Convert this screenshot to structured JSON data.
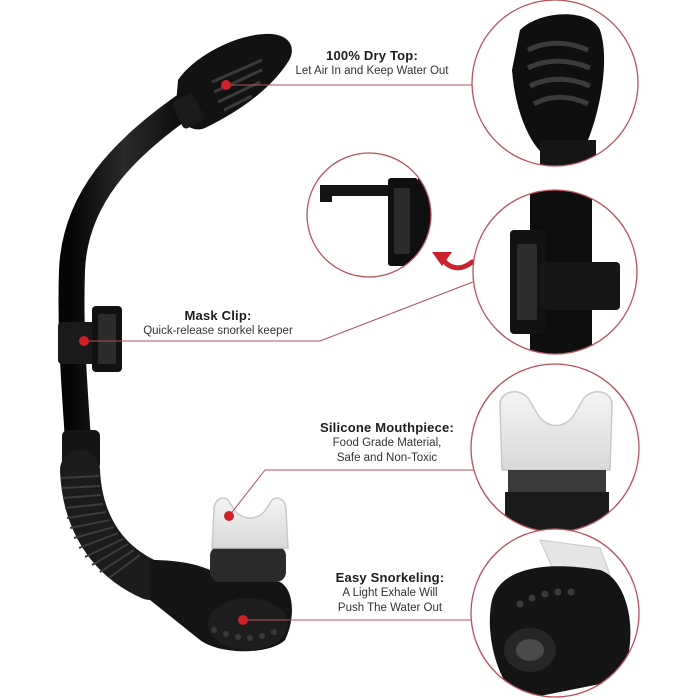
{
  "features": [
    {
      "title": "100% Dry Top:",
      "lines": [
        "Let Air In and Keep Water Out"
      ]
    },
    {
      "title": "Mask Clip:",
      "lines": [
        "Quick-release snorkel keeper"
      ]
    },
    {
      "title": "Silicone Mouthpiece:",
      "lines": [
        "Food Grade Material,",
        "Safe and Non-Toxic"
      ]
    },
    {
      "title": "Easy Snorkeling:",
      "lines": [
        "A Light Exhale Will",
        "Push The Water Out"
      ]
    }
  ],
  "colors": {
    "accent_dot": "#d0202a",
    "leader_line": "#b0515a",
    "product": "#111111",
    "background": "#ffffff"
  }
}
